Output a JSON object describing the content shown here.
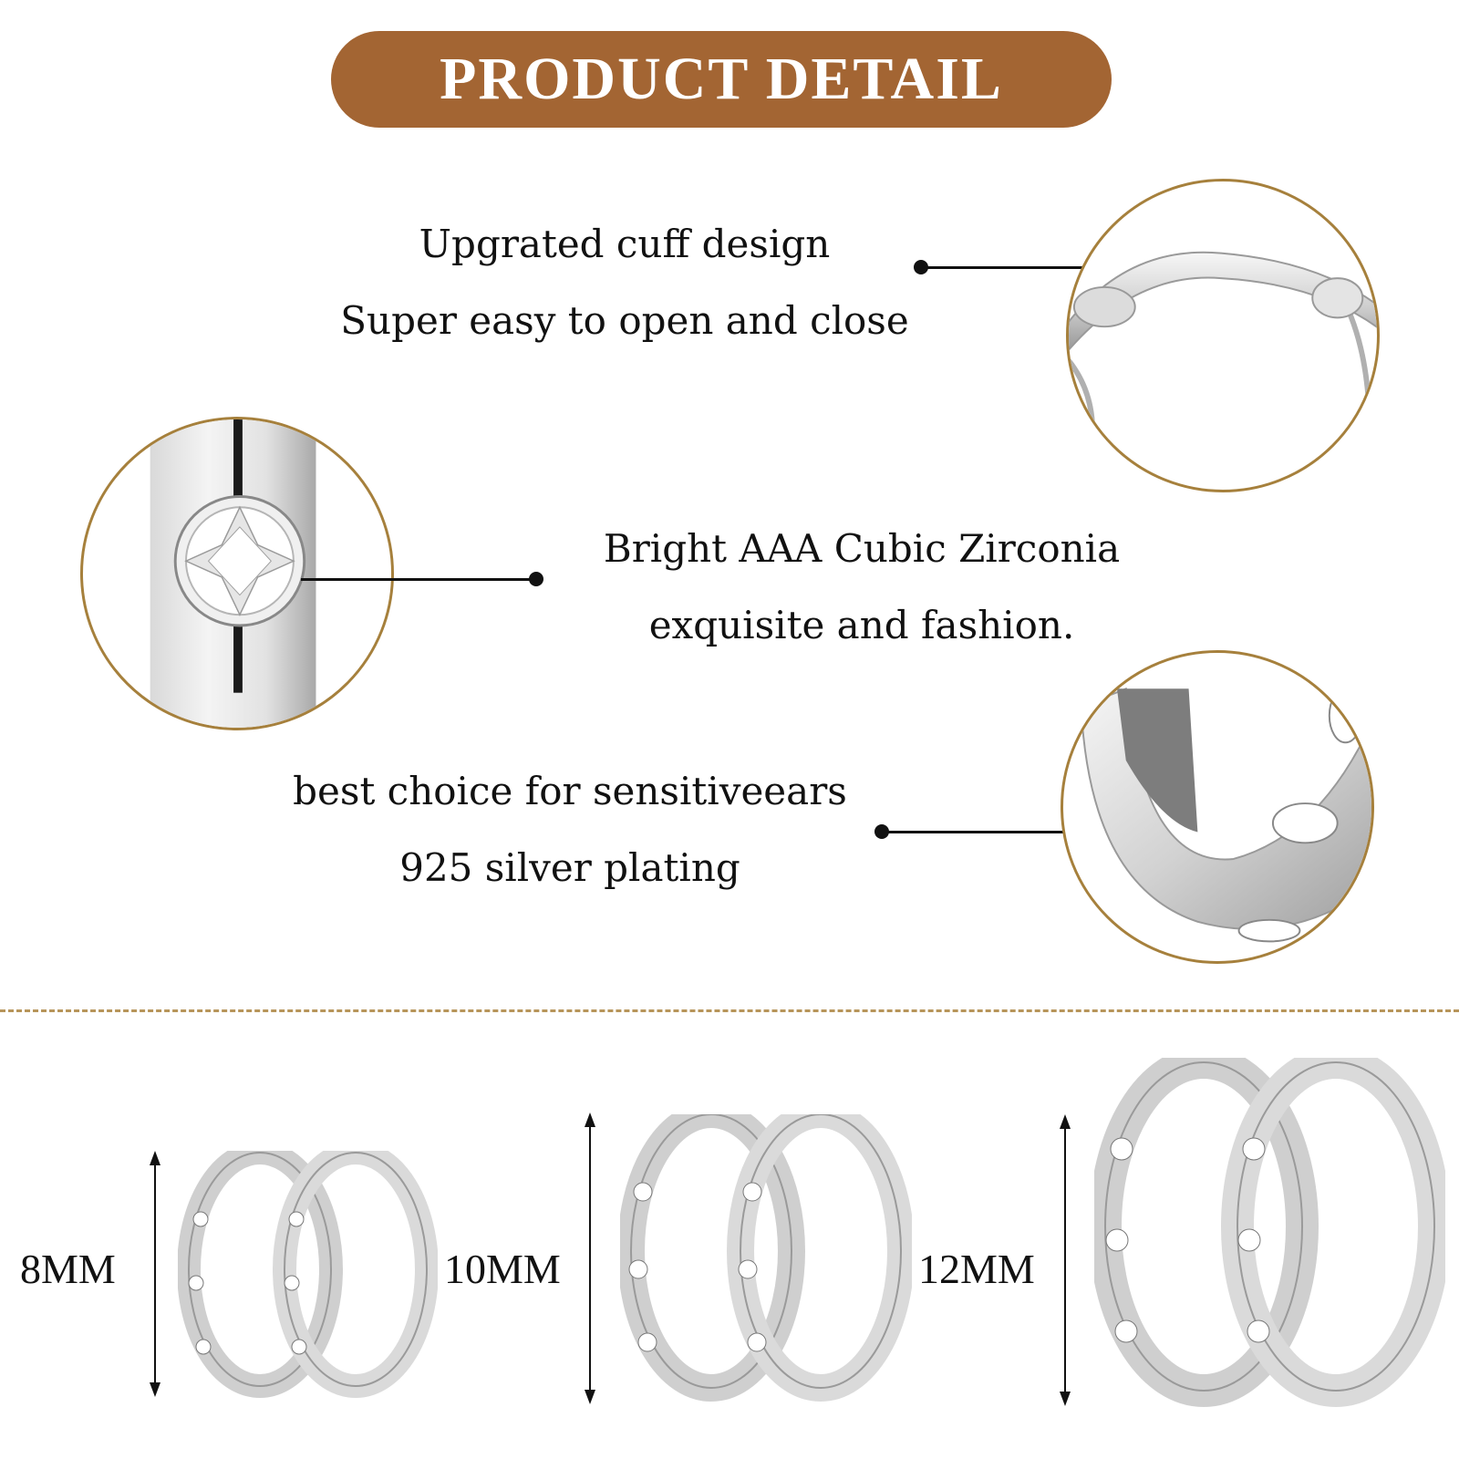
{
  "banner": {
    "title": "PRODUCT DETAIL"
  },
  "features": [
    {
      "line1": "Upgrated cuff design",
      "line2": "Super easy to open and close"
    },
    {
      "line1": "Bright AAA Cubic Zirconia",
      "line2": "exquisite and fashion."
    },
    {
      "line1": "best choice for sensitiveears",
      "line2": "925 silver plating"
    }
  ],
  "sizes": [
    {
      "label": "8MM"
    },
    {
      "label": "10MM"
    },
    {
      "label": "12MM"
    }
  ],
  "colors": {
    "banner": "#a36533",
    "ring": "#a6803c",
    "divider": "#b7955a"
  }
}
